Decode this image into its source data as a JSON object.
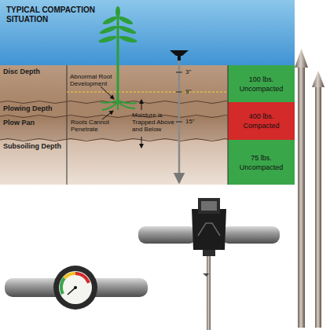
{
  "diagram": {
    "title": "TYPICAL COMPACTION SITUATION",
    "nodes": [
      {
        "text": [
          "Disc Depth"
        ]
      },
      {
        "text": [
          "100 lbs. Uncompacted"
        ]
      },
      {
        "text": [
          "Plowing Depth"
        ]
      },
      {
        "text": [
          "Plow Pan"
        ]
      },
      {
        "text": [
          "400 lbs. Compacted"
        ]
      },
      {
        "text": [
          "Subsoiling Depth"
        ]
      },
      {
        "text": [
          "75 lbs. Uncompacted"
        ]
      }
    ],
    "labels": [
      "3\"",
      "9\"",
      "15\"",
      "Abnormal Root Development",
      "Roots Cannot Penetrate",
      "Moisture is Trapped Above and Below"
    ]
  }
}
